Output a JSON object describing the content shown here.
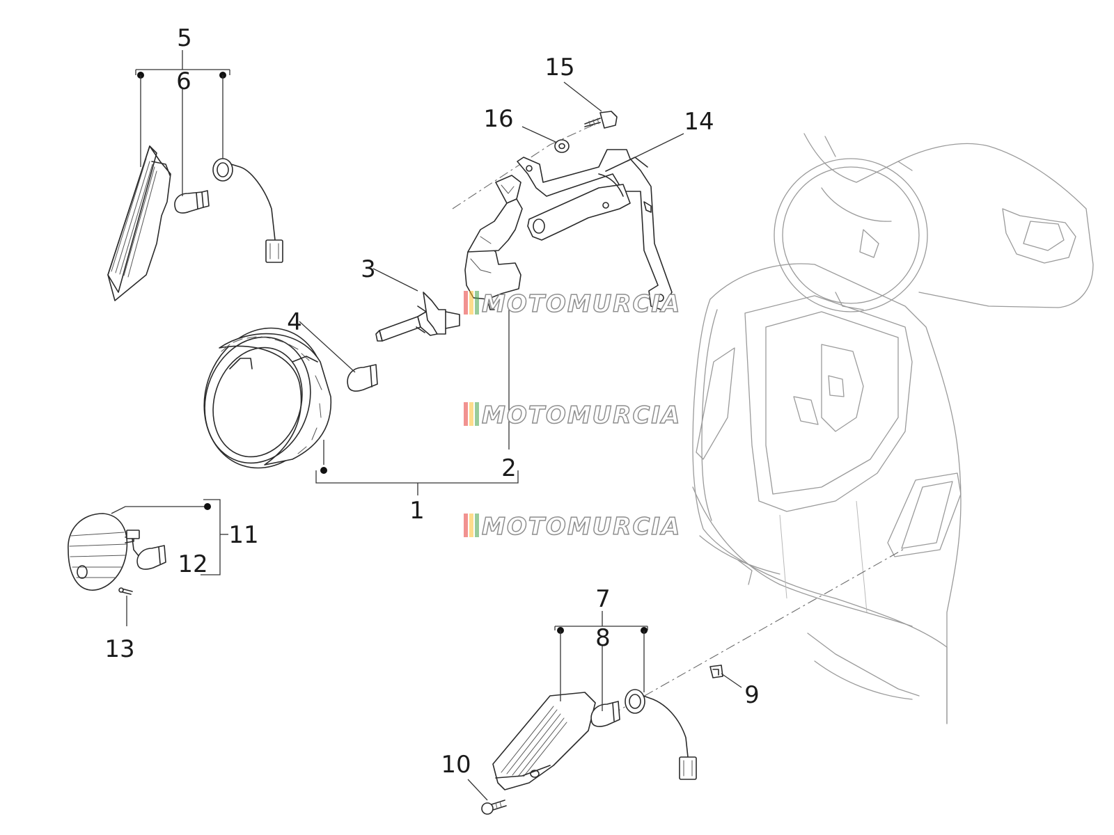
{
  "callouts": [
    {
      "key": "c1",
      "text": "1"
    },
    {
      "key": "c2",
      "text": "2"
    },
    {
      "key": "c3",
      "text": "3"
    },
    {
      "key": "c4",
      "text": "4"
    },
    {
      "key": "c5",
      "text": "5"
    },
    {
      "key": "c6",
      "text": "6"
    },
    {
      "key": "c7",
      "text": "7"
    },
    {
      "key": "c8",
      "text": "8"
    },
    {
      "key": "c9",
      "text": "9"
    },
    {
      "key": "c10",
      "text": "10"
    },
    {
      "key": "c11",
      "text": "11"
    },
    {
      "key": "c12",
      "text": "12"
    },
    {
      "key": "c13",
      "text": "13"
    },
    {
      "key": "c14",
      "text": "14"
    },
    {
      "key": "c15",
      "text": "15"
    },
    {
      "key": "c16",
      "text": "16"
    }
  ],
  "watermark": {
    "text": "MOTOMURCIA",
    "stripe_colors": [
      "#e53935",
      "#fbc02d",
      "#43a047"
    ]
  },
  "colors": {
    "line": "#2a2a2a",
    "frame": "#9a9a9a",
    "background": "#ffffff"
  }
}
